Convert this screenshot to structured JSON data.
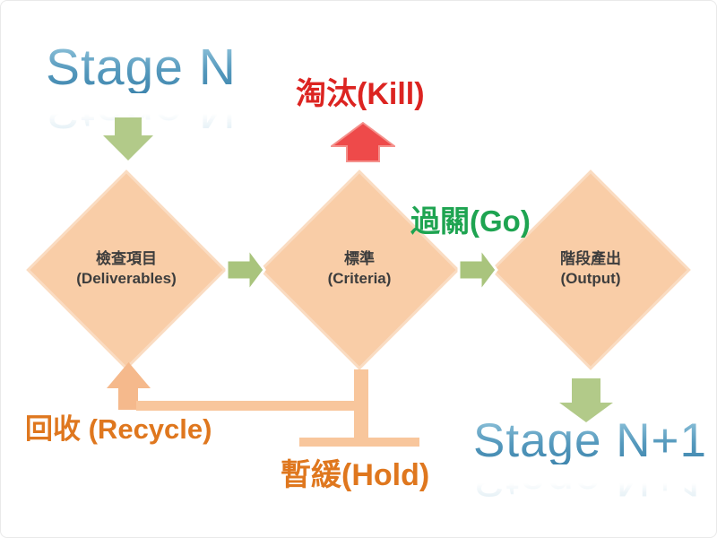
{
  "titles": {
    "stage_n": "Stage N",
    "stage_n_plus_1": "Stage N+1"
  },
  "captions": {
    "kill": "淘汰(Kill)",
    "go": "過關(Go)",
    "recycle": "回收 (Recycle)",
    "hold": "暫緩(Hold)"
  },
  "diamonds": [
    {
      "line1": "檢查項目",
      "line2": "(Deliverables)"
    },
    {
      "line1": "標準",
      "line2": "(Criteria)"
    },
    {
      "line1": "階段產出",
      "line2": "(Output)"
    }
  ],
  "icons": {
    "top_entry_arrow": "down-arrow",
    "flow_arrows": "right-arrow",
    "kill_arrow": "up-arrow",
    "recycle_arrow": "up-arrow",
    "exit_arrow": "down-arrow"
  },
  "colors": {
    "diamond_fill": "#f9cda7",
    "diamond_border": "#fadcc2",
    "green_arrow": "#a9c47d",
    "green_down_arrow": "#b2ca89",
    "red_arrow": "#ee4a4a",
    "orange_shape": "#f8c69c",
    "kill_text": "#dc2421",
    "go_text": "#1ea451",
    "orange_text": "#df771e",
    "stage_text_gradient_top": "#8ec2da",
    "stage_text_gradient_bottom": "#3f86ae",
    "diamond_label_text": "#3d3d3d"
  }
}
